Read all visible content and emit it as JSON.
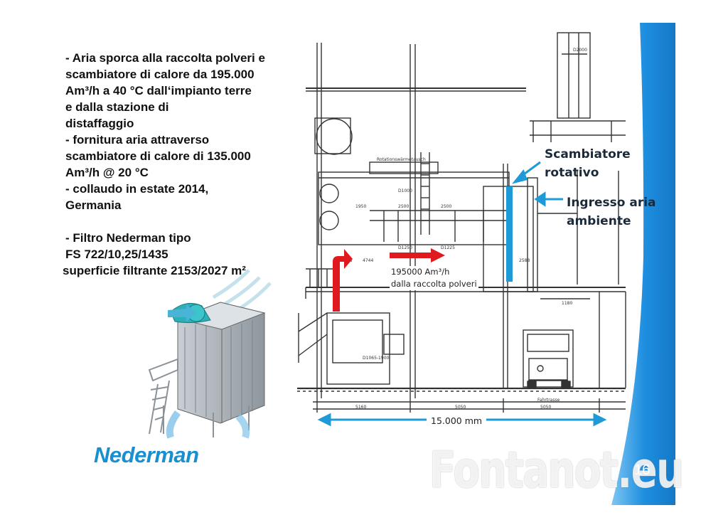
{
  "bullets": [
    "- Aria sporca alla raccolta polveri e",
    "  scambiatore di calore da 195.000",
    "  Am³/h a 40 °C dall‘impianto terre",
    "  e dalla stazione di",
    "  distaffaggio",
    "- fornitura aria attraverso",
    "  scambiatore di calore di 135.000",
    "  Am³/h @ 20 °C",
    "- collaudo in estate 2014,",
    "  Germania",
    "",
    "- Filtro  Nederman tipo",
    " FS 722/10,25/1435",
    "superficie filtrante 2153/2027 m²"
  ],
  "diagram": {
    "label_scambiatore_1": "Scambiatore",
    "label_scambiatore_2": "rotativo",
    "label_ingresso_1": "Ingresso aria",
    "label_ingresso_2": "ambiente",
    "flow_label_1": "195000 Am³/h",
    "flow_label_2": "dalla raccolta polveri",
    "dimension_label": "15.000 mm",
    "drawing_title": "Rotationswärmetauscher"
  },
  "logo": "Nederman",
  "page_number": "16",
  "watermark": "Fontanot.eu",
  "colors": {
    "accent_blue": "#1e9bd7",
    "arrow_red": "#e0191e",
    "ribbon_blue": "#1f8fe0"
  }
}
